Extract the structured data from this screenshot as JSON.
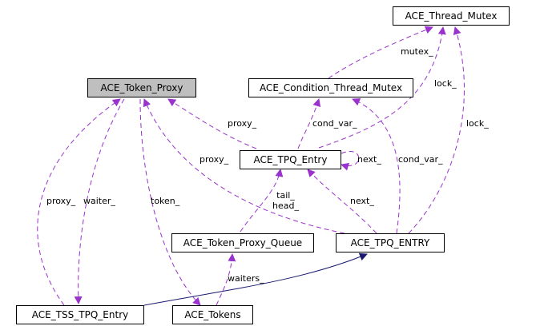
{
  "colors": {
    "dependency_edge": "#9a32cd",
    "inheritance_edge": "#191970",
    "highlight_fill": "#bfbfbf"
  },
  "nodes": {
    "thread_mutex": "ACE_Thread_Mutex",
    "token_proxy": "ACE_Token_Proxy",
    "condition_thread_mutex": "ACE_Condition_Thread_Mutex",
    "tpq_entry": "ACE_TPQ_Entry",
    "token_proxy_queue": "ACE_Token_Proxy_Queue",
    "tpq_entry_upper": "ACE_TPQ_ENTRY",
    "tss_tpq_entry": "ACE_TSS_TPQ_Entry",
    "tokens": "ACE_Tokens"
  },
  "edge_labels": {
    "mutex": "mutex_",
    "lock_1": "lock_",
    "lock_2": "lock_",
    "proxy_1": "proxy_",
    "cond_var_1": "cond_var_",
    "next_1": "next_",
    "proxy_2": "proxy_",
    "cond_var_2": "cond_var_",
    "tail_head": "tail_\nhead_",
    "next_2": "next_",
    "proxy_3": "proxy_",
    "waiter": "waiter_",
    "token": "token_",
    "waiters": "waiters_"
  }
}
